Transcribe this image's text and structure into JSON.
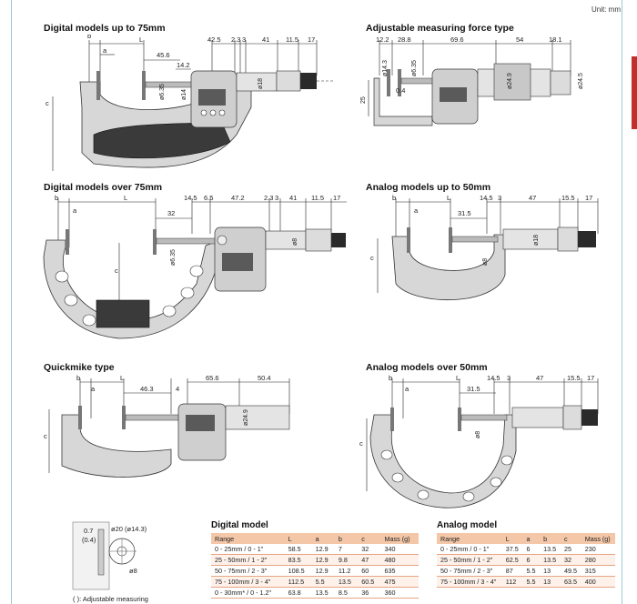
{
  "unit_label": "Unit: mm",
  "sections": {
    "digital_up_to_75": {
      "title": "Digital models up to 75mm",
      "dims": [
        "b",
        "a",
        "L",
        "45.6",
        "14.2",
        "ø6.35",
        "ø14",
        "42.5",
        "2.3",
        "3",
        "41",
        "11.5",
        "17",
        "ø18",
        "c"
      ]
    },
    "adjustable_force": {
      "title": "Adjustable measuring force type",
      "dims": [
        "12.2",
        "28.8",
        "69.6",
        "54",
        "18.1",
        "ø14.3",
        "ø6.35",
        "0.4",
        "25",
        "ø24.9",
        "ø24.5"
      ]
    },
    "digital_over_75": {
      "title": "Digital models over 75mm",
      "dims": [
        "b",
        "a",
        "L",
        "32",
        "14.5",
        "6.5",
        "47.2",
        "2.3",
        "3",
        "41",
        "11.5",
        "17",
        "ø6.35",
        "ø8",
        "c"
      ]
    },
    "analog_up_to_50": {
      "title": "Analog models up to 50mm",
      "dims": [
        "b",
        "a",
        "L",
        "31.5",
        "14.5",
        "3",
        "47",
        "15.5",
        "17",
        "ø8",
        "ø18",
        "c"
      ]
    },
    "quickmike": {
      "title": "Quickmike type",
      "dims": [
        "b",
        "a",
        "L",
        "46.3",
        "4",
        "65.6",
        "50.4",
        "ø24.9",
        "c"
      ]
    },
    "analog_over_50": {
      "title": "Analog models over 50mm",
      "dims": [
        "b",
        "a",
        "L",
        "31.5",
        "14.5",
        "3",
        "47",
        "15.5",
        "17",
        "ø8",
        "c"
      ]
    }
  },
  "detail": {
    "dims": [
      "0.7",
      "(0.4)",
      "ø20 (ø14.3)",
      "ø8"
    ],
    "note": "( ): Adjustable measuring"
  },
  "digital_table": {
    "title": "Digital model",
    "headers": [
      "Range",
      "L",
      "a",
      "b",
      "c",
      "Mass (g)"
    ],
    "rows": [
      [
        "0 - 25mm / 0 - 1\"",
        "58.5",
        "12.9",
        "7",
        "32",
        "340"
      ],
      [
        "25 - 50mm / 1 - 2\"",
        "83.5",
        "12.9",
        "9.8",
        "47",
        "480"
      ],
      [
        "50 - 75mm / 2 - 3\"",
        "108.5",
        "12.9",
        "11.2",
        "60",
        "635"
      ],
      [
        "75 - 100mm / 3 - 4\"",
        "112.5",
        "5.5",
        "13.5",
        "60.5",
        "475"
      ],
      [
        "0 - 30mm* / 0 - 1.2\"",
        "63.8",
        "13.5",
        "8.5",
        "36",
        "360"
      ]
    ]
  },
  "analog_table": {
    "title": "Analog model",
    "headers": [
      "Range",
      "L",
      "a",
      "b",
      "c",
      "Mass (g)"
    ],
    "rows": [
      [
        "0 - 25mm / 0 - 1\"",
        "37.5",
        "6",
        "13.5",
        "25",
        "230"
      ],
      [
        "25 - 50mm / 1 - 2\"",
        "62.5",
        "6",
        "13.5",
        "32",
        "280"
      ],
      [
        "50 - 75mm / 2 - 3\"",
        "87",
        "5.5",
        "13",
        "49.5",
        "315"
      ],
      [
        "75 - 100mm / 3 - 4\"",
        "112",
        "5.5",
        "13",
        "63.5",
        "400"
      ]
    ]
  }
}
